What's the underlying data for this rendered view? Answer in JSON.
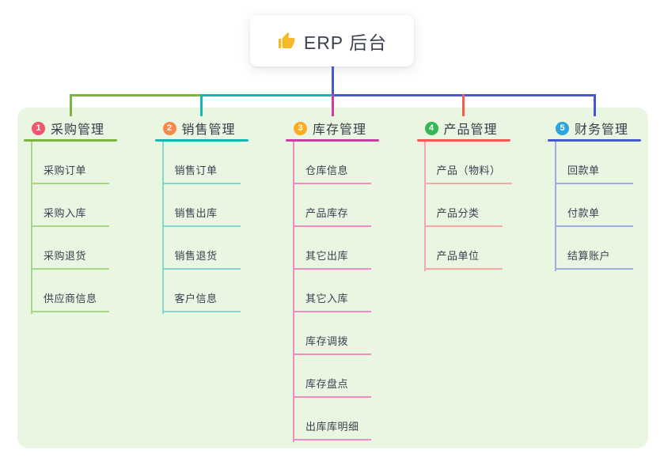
{
  "root": {
    "title": "ERP 后台",
    "icon": "thumbs-up-icon",
    "icon_color": "#f7b928",
    "connector_color": "#4557d2"
  },
  "panel": {
    "background": "#e8f6e2"
  },
  "branches": [
    {
      "index": "1",
      "title": "采购管理",
      "badge_color": "#f2566a",
      "line_color": "#7db43f",
      "item_line_color": "#a9d788",
      "items": [
        "采购订单",
        "采购入库",
        "采购退货",
        "供应商信息"
      ]
    },
    {
      "index": "2",
      "title": "销售管理",
      "badge_color": "#f9894a",
      "line_color": "#14b8b1",
      "item_line_color": "#84d6cf",
      "items": [
        "销售订单",
        "销售出库",
        "销售退货",
        "客户信息"
      ]
    },
    {
      "index": "3",
      "title": "库存管理",
      "badge_color": "#fcab1f",
      "line_color": "#d13a9e",
      "item_line_color": "#f18cc1",
      "items": [
        "仓库信息",
        "产品库存",
        "其它出库",
        "其它入库",
        "库存调拨",
        "库存盘点",
        "出库库明细"
      ]
    },
    {
      "index": "4",
      "title": "产品管理",
      "badge_color": "#36b757",
      "line_color": "#f55a51",
      "item_line_color": "#f6a9a4",
      "items": [
        "产品（物料）",
        "产品分类",
        "产品单位"
      ]
    },
    {
      "index": "5",
      "title": "财务管理",
      "badge_color": "#2ba4e0",
      "line_color": "#4557d2",
      "item_line_color": "#9fade4",
      "items": [
        "回款单",
        "付款单",
        "结算账户"
      ]
    }
  ]
}
